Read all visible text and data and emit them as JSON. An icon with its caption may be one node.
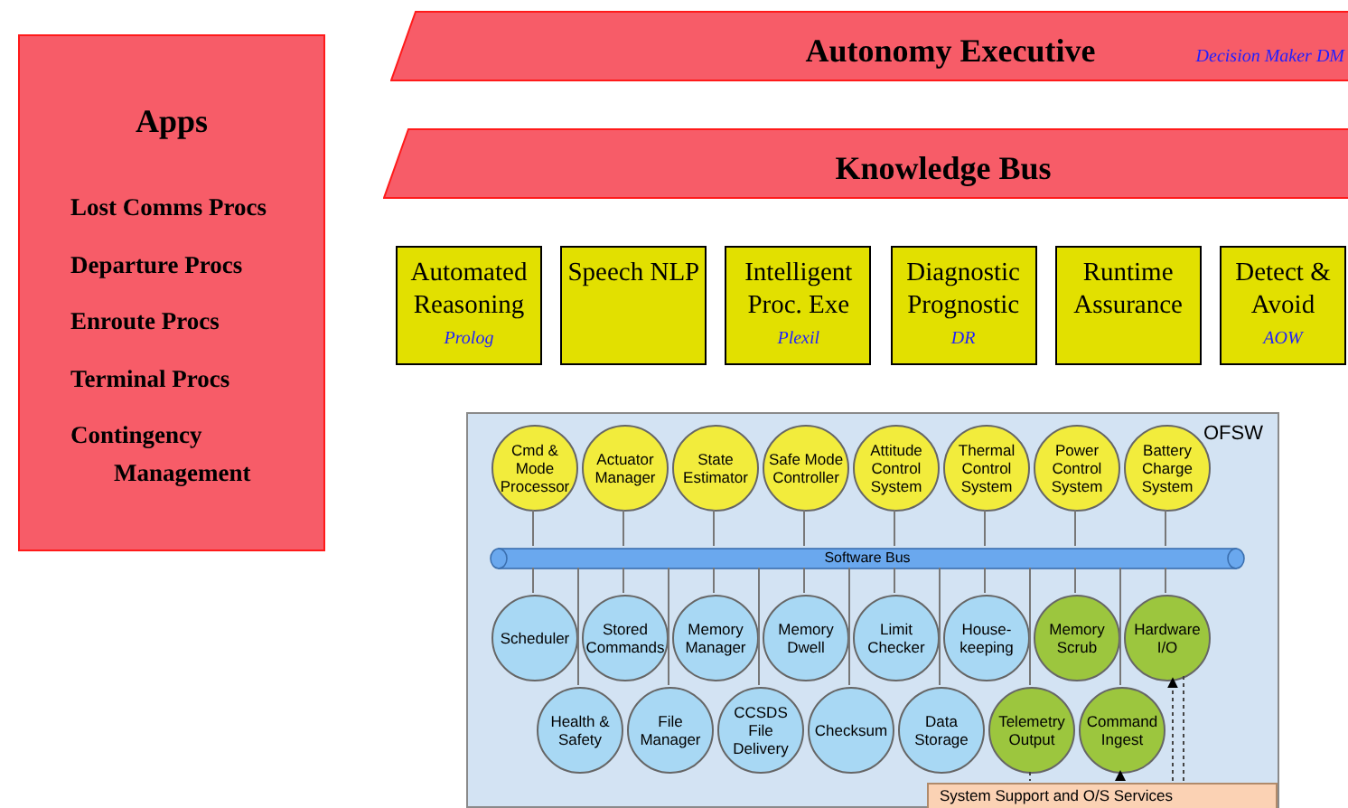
{
  "diagram": {
    "nodes": [
      {
        "text": [
          "Apps",
          "Lost Comms Procs",
          "Departure Procs",
          "Enroute Procs",
          "Terminal Procs",
          "Contingency Management"
        ]
      },
      {
        "text": [
          "Autonomy Executive",
          "Decision Maker DM"
        ]
      },
      {
        "text": [
          "Knowledge Bus"
        ]
      },
      {
        "text": [
          "Automated Reasoning",
          "Prolog"
        ]
      },
      {
        "text": [
          "Speech NLP"
        ]
      },
      {
        "text": [
          "Intelligent Proc. Exe",
          "Plexil"
        ]
      },
      {
        "text": [
          "Diagnostic Prognostic",
          "DR"
        ]
      },
      {
        "text": [
          "Runtime Assurance"
        ]
      },
      {
        "text": [
          "Detect & Avoid",
          "AOW"
        ]
      },
      {
        "text": [
          "OFSW"
        ]
      },
      {
        "text": [
          "Software Bus"
        ],
        "in": 9
      },
      {
        "text": [
          "Cmd & Mode Processor"
        ],
        "in": 9
      },
      {
        "text": [
          "Actuator Manager"
        ],
        "in": 9
      },
      {
        "text": [
          "State Estimator"
        ],
        "in": 9
      },
      {
        "text": [
          "Safe Mode Controller"
        ],
        "in": 9
      },
      {
        "text": [
          "Attitude Control System"
        ],
        "in": 9
      },
      {
        "text": [
          "Thermal Control System"
        ],
        "in": 9
      },
      {
        "text": [
          "Power Control System"
        ],
        "in": 9
      },
      {
        "text": [
          "Battery Charge System"
        ],
        "in": 9
      },
      {
        "text": [
          "Scheduler"
        ],
        "in": 9
      },
      {
        "text": [
          "Stored Commands"
        ],
        "in": 9
      },
      {
        "text": [
          "Memory Manager"
        ],
        "in": 9
      },
      {
        "text": [
          "Memory Dwell"
        ],
        "in": 9
      },
      {
        "text": [
          "Limit Checker"
        ],
        "in": 9
      },
      {
        "text": [
          "House-keeping"
        ],
        "in": 9
      },
      {
        "text": [
          "Memory Scrub"
        ],
        "in": 9
      },
      {
        "text": [
          "Hardware I/O"
        ],
        "in": 9
      },
      {
        "text": [
          "Health & Safety"
        ],
        "in": 9
      },
      {
        "text": [
          "File Manager"
        ],
        "in": 9
      },
      {
        "text": [
          "CCSDS File Delivery"
        ],
        "in": 9
      },
      {
        "text": [
          "Checksum"
        ],
        "in": 9
      },
      {
        "text": [
          "Data Storage"
        ],
        "in": 9
      },
      {
        "text": [
          "Telemetry Output"
        ],
        "in": 9
      },
      {
        "text": [
          "Command Ingest"
        ],
        "in": 9
      },
      {
        "text": [
          "System Support and O/S Services"
        ],
        "in": 9
      }
    ],
    "edges": [
      {
        "from": 11,
        "to": 10,
        "arrow": "none"
      },
      {
        "from": 12,
        "to": 10,
        "arrow": "none"
      },
      {
        "from": 13,
        "to": 10,
        "arrow": "none"
      },
      {
        "from": 14,
        "to": 10,
        "arrow": "none"
      },
      {
        "from": 15,
        "to": 10,
        "arrow": "none"
      },
      {
        "from": 16,
        "to": 10,
        "arrow": "none"
      },
      {
        "from": 17,
        "to": 10,
        "arrow": "none"
      },
      {
        "from": 18,
        "to": 10,
        "arrow": "none"
      },
      {
        "from": 19,
        "to": 10,
        "arrow": "none"
      },
      {
        "from": 20,
        "to": 10,
        "arrow": "none"
      },
      {
        "from": 21,
        "to": 10,
        "arrow": "none"
      },
      {
        "from": 22,
        "to": 10,
        "arrow": "none"
      },
      {
        "from": 23,
        "to": 10,
        "arrow": "none"
      },
      {
        "from": 24,
        "to": 10,
        "arrow": "none"
      },
      {
        "from": 25,
        "to": 10,
        "arrow": "none"
      },
      {
        "from": 26,
        "to": 10,
        "arrow": "none"
      },
      {
        "from": 27,
        "to": 10,
        "arrow": "none"
      },
      {
        "from": 28,
        "to": 10,
        "arrow": "none"
      },
      {
        "from": 29,
        "to": 10,
        "arrow": "none"
      },
      {
        "from": 30,
        "to": 10,
        "arrow": "none"
      },
      {
        "from": 31,
        "to": 10,
        "arrow": "none"
      },
      {
        "from": 32,
        "to": 10,
        "arrow": "none"
      },
      {
        "from": 33,
        "to": 10,
        "arrow": "none"
      },
      {
        "from": 32,
        "to": 34,
        "arrow": "none",
        "style": "dashed"
      },
      {
        "from": 34,
        "to": 33,
        "arrow": "to",
        "style": "dashed"
      },
      {
        "from": 34,
        "to": 26,
        "arrow": "to",
        "style": "dashed"
      },
      {
        "from": 34,
        "to": 26,
        "arrow": "none",
        "style": "dashed"
      }
    ]
  }
}
